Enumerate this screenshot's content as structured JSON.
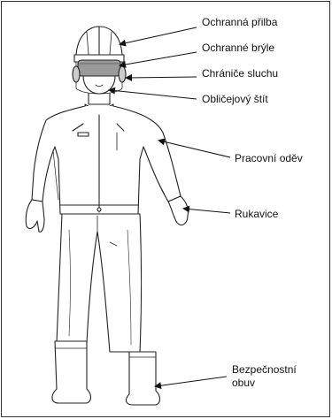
{
  "labels": {
    "helmet": "Ochranná přilba",
    "goggles": "Ochranné brýle",
    "ear_protection": "Chrániče sluchu",
    "face_shield": "Obličejový štít",
    "work_clothes": "Pracovní oděv",
    "gloves": "Rukavice",
    "safety_shoes_line1": "Bezpečnostní",
    "safety_shoes_line2": "obuv"
  },
  "colors": {
    "outline": "#222222",
    "visor": "#9a9a9a",
    "background": "#ffffff"
  }
}
